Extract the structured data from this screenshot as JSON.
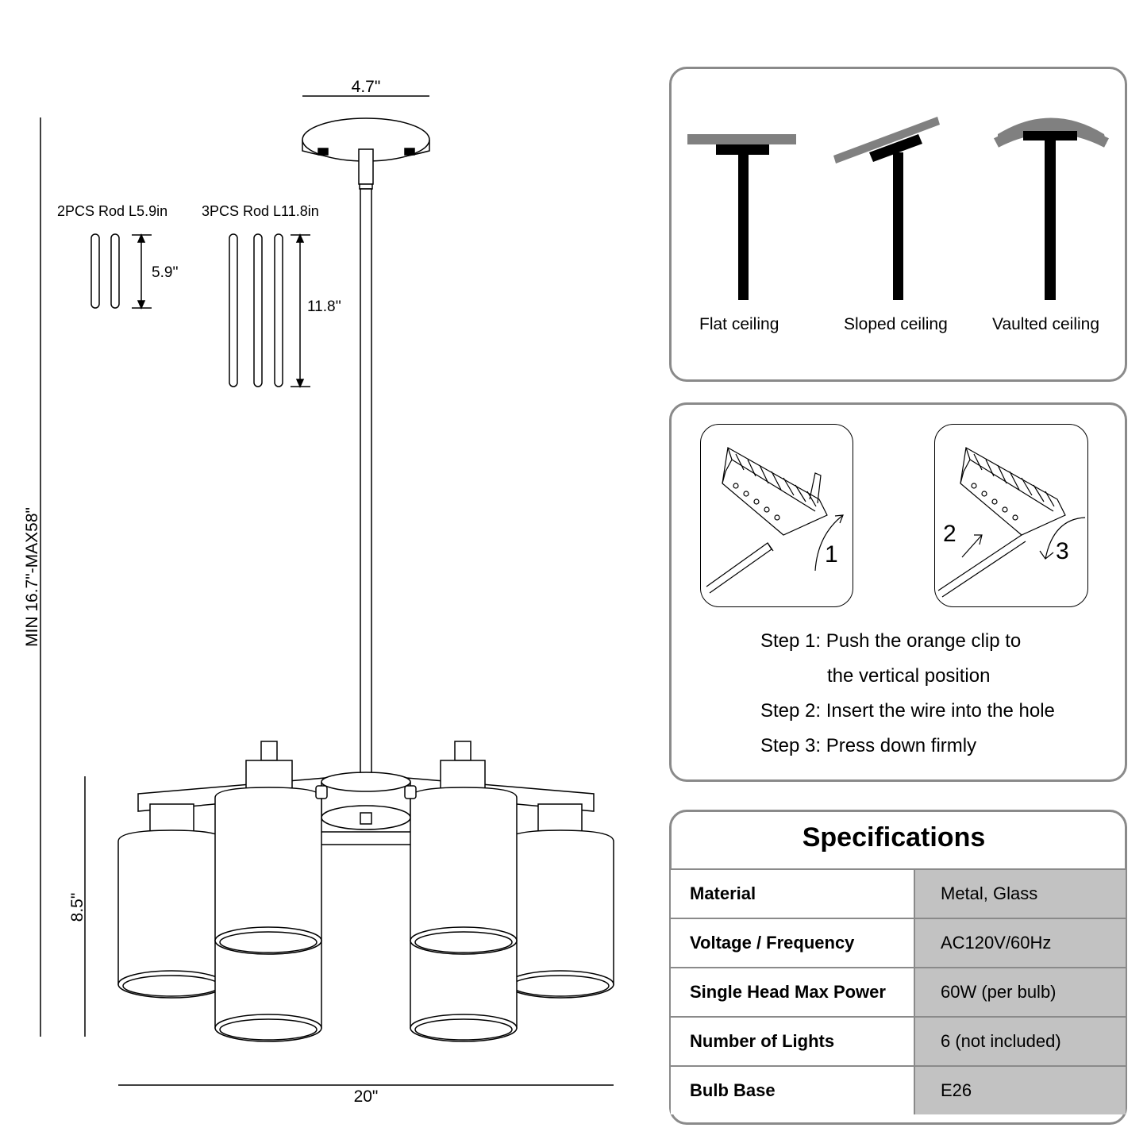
{
  "dimensions": {
    "canopy_width": "4.7\"",
    "total_height": "MIN 16.7\"-MAX58\"",
    "rod_set_short": "2PCS Rod L5.9in",
    "rod_short_len": "5.9''",
    "rod_set_long": "3PCS Rod L11.8in",
    "rod_long_len": "11.8''",
    "fixture_height": "8.5\"",
    "fixture_width": "20\""
  },
  "ceilings": {
    "flat": "Flat ceiling",
    "sloped": "Sloped ceiling",
    "vaulted": "Vaulted ceiling"
  },
  "connector": {
    "marker_1": "1",
    "marker_2": "2",
    "marker_3": "3",
    "step1_label": "Step 1:",
    "step1_text": "Push the orange clip to",
    "step1_text_cont": "the vertical position",
    "step2_label": "Step 2:",
    "step2_text": "Insert the wire into the hole",
    "step3_label": "Step 3:",
    "step3_text": "Press down firmly"
  },
  "specs": {
    "title": "Specifications",
    "rows": [
      {
        "key": "Material",
        "value": "Metal, Glass"
      },
      {
        "key": "Voltage / Frequency",
        "value": "AC120V/60Hz"
      },
      {
        "key": "Single Head Max Power",
        "value": "60W (per bulb)"
      },
      {
        "key": "Number of Lights",
        "value": "6 (not included)"
      },
      {
        "key": "Bulb Base",
        "value": "E26"
      }
    ]
  }
}
